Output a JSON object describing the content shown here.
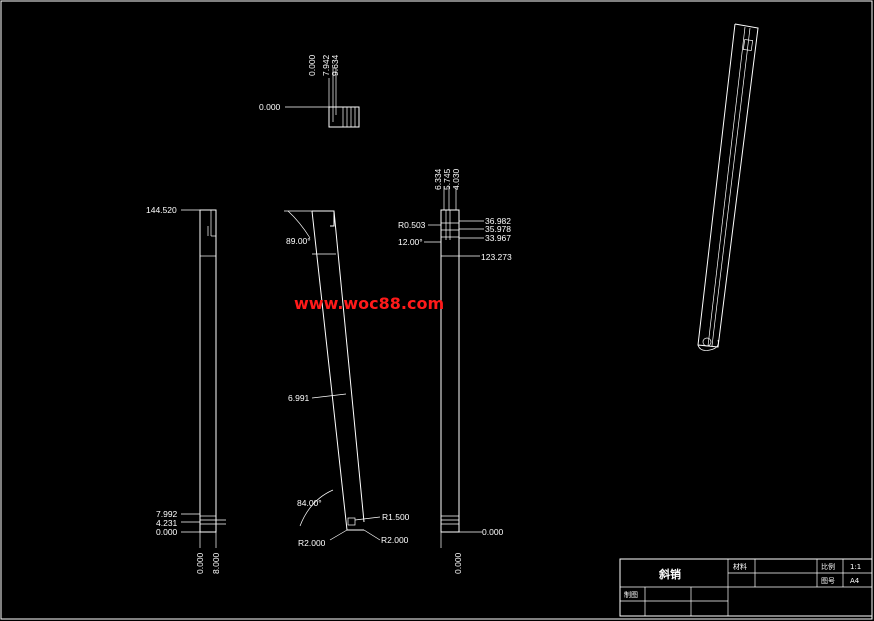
{
  "watermark": "www.woc88.com",
  "title_block": {
    "part_name": "斜销",
    "scale_label": "比例",
    "scale_value": "1:1",
    "sheet_label": "图号",
    "sheet_value": "A4",
    "material_label": "材料",
    "drawn_label": "制图"
  },
  "top_view": {
    "dims": [
      "0.000",
      "7.942",
      "9.634",
      "0.000"
    ]
  },
  "left_view": {
    "dims": [
      "144.520",
      "7.992",
      "4.231",
      "0.000",
      "0.000",
      "8.000"
    ]
  },
  "middle_view": {
    "dims": [
      "89.00°",
      "6.991",
      "84.00°",
      "R1.500",
      "R2.000",
      "R2.000"
    ]
  },
  "right_view": {
    "dims": [
      "6.334",
      "5.745",
      "4.030",
      "R0.503",
      "36.982",
      "35.978",
      "33.967",
      "12.00°",
      "123.273",
      "0.000",
      "0.000"
    ]
  },
  "colors": {
    "background": "#000000",
    "lines": "#ffffff",
    "watermark": "#ff1a1a"
  }
}
